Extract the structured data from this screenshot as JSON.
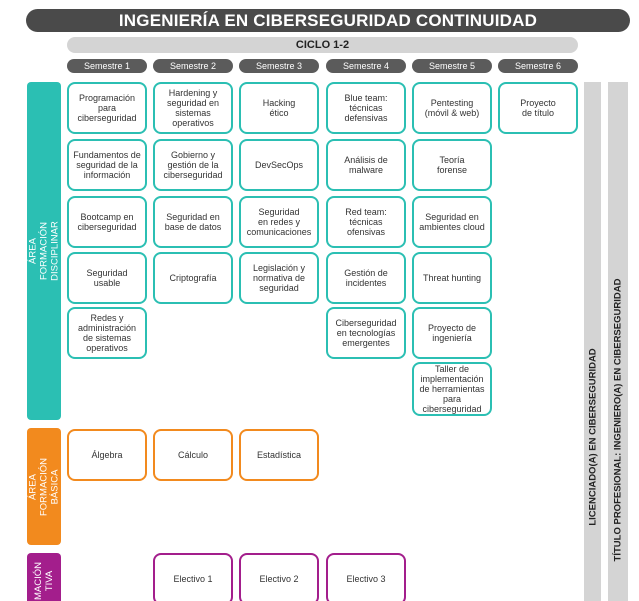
{
  "title": "INGENIERÍA EN CIBERSEGURIDAD CONTINUIDAD",
  "cycle": "CICLO 1-2",
  "semesters": [
    "Semestre 1",
    "Semestre 2",
    "Semestre 3",
    "Semestre 4",
    "Semestre 5",
    "Semestre 6"
  ],
  "areas": {
    "disciplinar": "ÁREA FORMACIÓN\nDISCIPLINAR",
    "basica": "ÁREA FORMACIÓN\nBÁSICA",
    "electiva": "MACIÓN\nTIVA"
  },
  "courses": {
    "s1": [
      "Programación\npara\nciberseguridad",
      "Fundamentos de\nseguridad de la\ninformación",
      "Bootcamp en\nciberseguridad",
      "Seguridad\nusable",
      "Redes y\nadministración\nde sistemas\noperativos"
    ],
    "s2": [
      "Hardening y\nseguridad en\nsistemas\noperativos",
      "Gobierno y\ngestión de la\nciberseguridad",
      "Seguridad en\nbase de datos",
      "Criptografía"
    ],
    "s3": [
      "Hacking\nético",
      "DevSecOps",
      "Seguridad\nen redes y\ncomunicaciones",
      "Legislación y\nnormativa de\nseguridad"
    ],
    "s4": [
      "Blue team:\ntécnicas\ndefensivas",
      "Análisis de\nmalware",
      "Red team:\ntécnicas\nofensivas",
      "Gestión de\nincidentes",
      "Ciberseguridad\nen tecnologías\nemergentes"
    ],
    "s5": [
      "Pentesting\n(móvil & web)",
      "Teoría\nforense",
      "Seguridad en\nambientes cloud",
      "Threat hunting",
      "Proyecto de\ningeniería",
      "Taller de\nimplementación\nde herramientas\npara\nciberseguridad"
    ],
    "s6": [
      "Proyecto\nde título"
    ]
  },
  "basic": [
    "Álgebra",
    "Cálculo",
    "Estadística"
  ],
  "electives": [
    "Electivo 1",
    "Electivo 2",
    "Electivo 3"
  ],
  "licenciado": "LICENCIADO(A) EN CIBERSEGURIDAD",
  "titulo": "TÍTULO PROFESIONAL: INGENIERO(A) EN CIBERSEGURIDAD",
  "colors": {
    "teal": "#2bbfb3",
    "orange": "#f28a1e",
    "purple": "#a31e8c",
    "dark": "#4a4a4a",
    "gray": "#d4d4d4"
  }
}
